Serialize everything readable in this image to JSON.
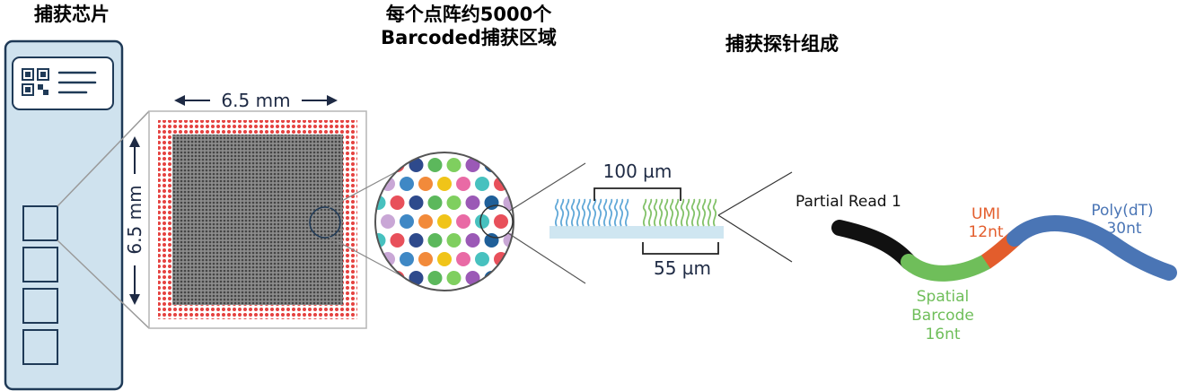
{
  "headings": {
    "chip": "捕获芯片",
    "spot_line1": "每个点阵约5000个",
    "spot_line2": "Barcoded捕获区域",
    "probe": "捕获探针组成"
  },
  "chip_dims": {
    "width_label": "6.5 mm",
    "height_label": "6.5 mm"
  },
  "spot_dims": {
    "spot_spacing_label": "100 µm",
    "spot_diameter_label": "55 µm"
  },
  "probe_parts": {
    "partial_read": "Partial Read 1",
    "umi_name": "UMI",
    "umi_len": "12nt",
    "polydt_name": "Poly(dT)",
    "polydt_len": "30nt",
    "barcode_name1": "Spatial",
    "barcode_name2": "Barcode",
    "barcode_len": "16nt"
  },
  "colors": {
    "slide_fill": "#cfe2ee",
    "slide_border": "#1f3a57",
    "fiducial_red": "#e5413f",
    "array_grey": "#6d6d6d",
    "read1_black": "#111111",
    "barcode_green": "#6fbe5a",
    "umi_orange": "#e35d2c",
    "polydt_blue": "#4a75b5",
    "strand_blue": "#62a9d8",
    "strand_green": "#83c26a"
  },
  "icons": [
    "qr-code-icon",
    "text-lines-icon"
  ]
}
